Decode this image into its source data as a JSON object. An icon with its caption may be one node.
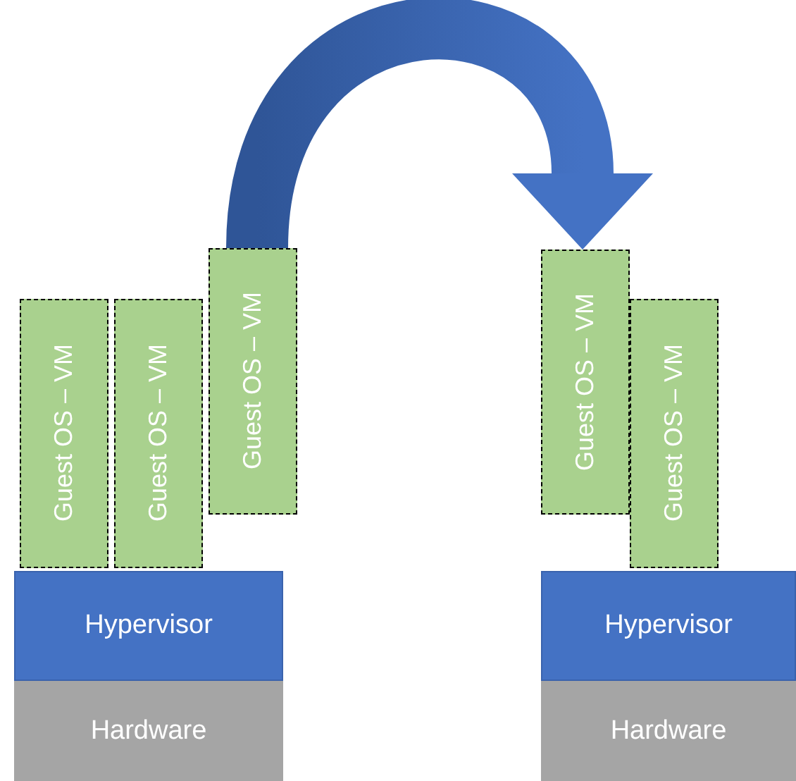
{
  "diagram": {
    "nodes": [
      {
        "text": [
          "Guest OS – VM"
        ]
      },
      {
        "text": [
          "Guest OS – VM"
        ]
      },
      {
        "text": [
          "Guest OS – VM"
        ]
      },
      {
        "text": [
          "Guest OS – VM"
        ]
      },
      {
        "text": [
          "Guest OS – VM"
        ]
      },
      {
        "text": [
          "Hypervisor"
        ]
      },
      {
        "text": [
          "Hardware"
        ]
      },
      {
        "text": [
          "Hypervisor"
        ]
      },
      {
        "text": [
          "Hardware"
        ]
      }
    ],
    "edges": [
      {
        "from": 2,
        "to": 3,
        "arrow": "to",
        "style": "thick"
      }
    ]
  }
}
